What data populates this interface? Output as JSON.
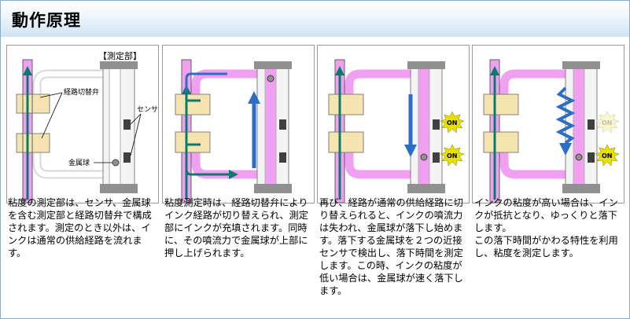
{
  "title": "動作原理",
  "panel1": {
    "section_label": "【測定部】",
    "switch_label": "経路切替弁",
    "sensor_label": "センサ",
    "ball_label": "金属球"
  },
  "sensor_on_text": "ON",
  "descriptions": [
    "粘度の測定部は、センサ、金属球を含む測定部と経路切替弁で構成されます。測定のとき以外は、インクは通常の供給経路を流れます。",
    "粘度測定時は、経路切替弁によりインク経路が切り替えられ、測定部にインクが充填されます。同時に、その噴流力で金属球が上部に押し上げられます。",
    "再び、経路が通常の供給経路に切り替えられると、インクの噴流力は失われ、金属球が落下し始めます。落下する金属球を２つの近接センサで検出し、落下時間を測定します。この時、インクの粘度が低い場合は、金属球が速く落下します。",
    "インクの粘度が高い場合は、インクが抵抗となり、ゆっくりと落下します。\nこの落下時間がかわる特性を利用し、粘度を測定します。"
  ],
  "colors": {
    "ink": "#f0a0f0",
    "arrow_teal": "#0a7a6e",
    "arrow_blue": "#2a6fc4",
    "valve": "#f6e4b0",
    "sensor_on": "#e8e000",
    "sensor_off": "#f7f6cc",
    "header_bottom": "#cfe3f3"
  }
}
